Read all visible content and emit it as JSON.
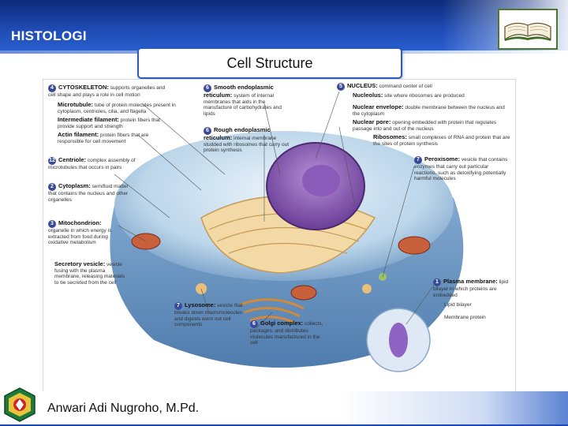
{
  "header": {
    "title": "HISTOLOGI",
    "colors": {
      "bar": "#1e4bb3",
      "bar_dark": "#0d2a7a"
    }
  },
  "slide": {
    "title": "Cell Structure"
  },
  "diagram": {
    "labels": [
      {
        "num": "4",
        "title": "CYTOSKELETON:",
        "desc": "supports organelles and cell shape and plays a role in cell motion"
      },
      {
        "num": "",
        "title": "Microtubule:",
        "desc": "tube of protein molecules present in cytoplasm, centrioles, cilia, and flagella"
      },
      {
        "num": "",
        "title": "Intermediate filament:",
        "desc": "protein fibers that provide support and strength"
      },
      {
        "num": "",
        "title": "Actin filament:",
        "desc": "protein fibers that are responsible for cell movement"
      },
      {
        "num": "12",
        "title": "Centriole:",
        "desc": "complex assembly of microtubules that occurs in pairs"
      },
      {
        "num": "2",
        "title": "Cytoplasm:",
        "desc": "semifluid matter that contains the nucleus and other organelles"
      },
      {
        "num": "3",
        "title": "Mitochondrion:",
        "desc": "organelle in which energy is extracted from food during oxidative metabolism"
      },
      {
        "num": "",
        "title": "Secretory vesicle:",
        "desc": "vesicle fusing with the plasma membrane, releasing materials to be secreted from the cell"
      },
      {
        "num": "6",
        "title": "Smooth endoplasmic reticulum:",
        "desc": "system of internal membranes that aids in the manufacture of carbohydrates and lipids"
      },
      {
        "num": "6",
        "title": "Rough endoplasmic reticulum:",
        "desc": "internal membrane studded with ribosomes that carry out protein synthesis"
      },
      {
        "num": "5",
        "title": "NUCLEUS:",
        "desc": "command center of cell"
      },
      {
        "num": "",
        "title": "Nucleolus:",
        "desc": "site where ribosomes are produced"
      },
      {
        "num": "",
        "title": "Nuclear envelope:",
        "desc": "double membrane between the nucleus and the cytoplasm"
      },
      {
        "num": "",
        "title": "Nuclear pore:",
        "desc": "opening embedded with protein that regulates passage into and out of the nucleus"
      },
      {
        "num": "",
        "title": "Ribosomes:",
        "desc": "small complexes of RNA and protein that are the sites of protein synthesis"
      },
      {
        "num": "7",
        "title": "Peroxisome:",
        "desc": "vesicle that contains enzymes that carry out particular reactions, such as detoxifying potentially harmful molecules"
      },
      {
        "num": "1",
        "title": "Plasma membrane:",
        "desc": "lipid bilayer in which proteins are embedded"
      },
      {
        "num": "",
        "title": "Lipid bilayer",
        "desc": ""
      },
      {
        "num": "",
        "title": "Membrane protein",
        "desc": ""
      },
      {
        "num": "7",
        "title": "Lysosome:",
        "desc": "vesicle that breaks down macromolecules and digests worn out cell components"
      },
      {
        "num": "6",
        "title": "Golgi complex:",
        "desc": "collects, packages, and distributes molecules manufactured in the cell"
      }
    ]
  },
  "footer": {
    "author": "Anwari Adi Nugroho, M.Pd."
  },
  "icons": {
    "book": "open-book-icon",
    "logo": "university-logo-icon"
  }
}
